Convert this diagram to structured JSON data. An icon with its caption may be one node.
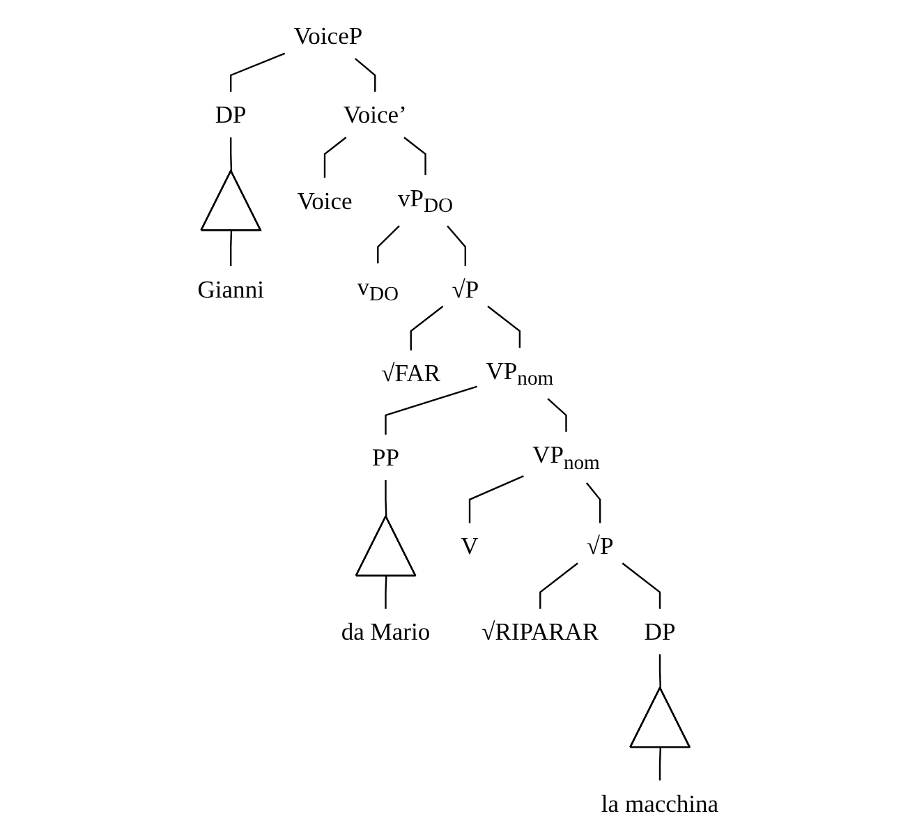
{
  "diagram": {
    "nodes": [
      {
        "text": [
          "VoiceP"
        ]
      },
      {
        "text": [
          "DP"
        ]
      },
      {
        "text": [
          "Voice’"
        ]
      },
      {
        "text": [],
        "shape": "triangle"
      },
      {
        "text": [
          "Gianni"
        ]
      },
      {
        "text": [
          "Voice"
        ]
      },
      {
        "text": [
          "vP$_{DO}$"
        ]
      },
      {
        "text": [
          "v$_{DO}$"
        ]
      },
      {
        "text": [
          "√P"
        ]
      },
      {
        "text": [
          "√FAR"
        ]
      },
      {
        "text": [
          "VP$_{nom}$"
        ]
      },
      {
        "text": [
          "VP$_{nom}$"
        ]
      },
      {
        "text": [
          "PP"
        ]
      },
      {
        "text": [],
        "shape": "triangle"
      },
      {
        "text": [
          "V"
        ]
      },
      {
        "text": [
          "√P"
        ]
      },
      {
        "text": [
          "da Mario"
        ]
      },
      {
        "text": [
          "√RIPARAR"
        ]
      },
      {
        "text": [
          "DP"
        ]
      },
      {
        "text": [],
        "shape": "triangle"
      },
      {
        "text": [
          "la macchina"
        ]
      }
    ],
    "edges": [
      {
        "from": 0,
        "to": 1,
        "arrow": "none"
      },
      {
        "from": 0,
        "to": 2,
        "arrow": "none"
      },
      {
        "from": 1,
        "to": 3,
        "arrow": "none"
      },
      {
        "from": 3,
        "to": 4,
        "arrow": "none"
      },
      {
        "from": 2,
        "to": 5,
        "arrow": "none"
      },
      {
        "from": 2,
        "to": 6,
        "arrow": "none"
      },
      {
        "from": 6,
        "to": 7,
        "arrow": "none"
      },
      {
        "from": 6,
        "to": 8,
        "arrow": "none"
      },
      {
        "from": 8,
        "to": 9,
        "arrow": "none"
      },
      {
        "from": 8,
        "to": 10,
        "arrow": "none"
      },
      {
        "from": 10,
        "to": 11,
        "arrow": "none"
      },
      {
        "from": 10,
        "to": 12,
        "arrow": "none"
      },
      {
        "from": 12,
        "to": 13,
        "arrow": "none"
      },
      {
        "from": 13,
        "to": 16,
        "arrow": "none"
      },
      {
        "from": 11,
        "to": 14,
        "arrow": "none"
      },
      {
        "from": 11,
        "to": 15,
        "arrow": "none"
      },
      {
        "from": 15,
        "to": 17,
        "arrow": "none"
      },
      {
        "from": 15,
        "to": 18,
        "arrow": "none"
      },
      {
        "from": 18,
        "to": 19,
        "arrow": "none"
      },
      {
        "from": 19,
        "to": 20,
        "arrow": "none"
      }
    ]
  }
}
